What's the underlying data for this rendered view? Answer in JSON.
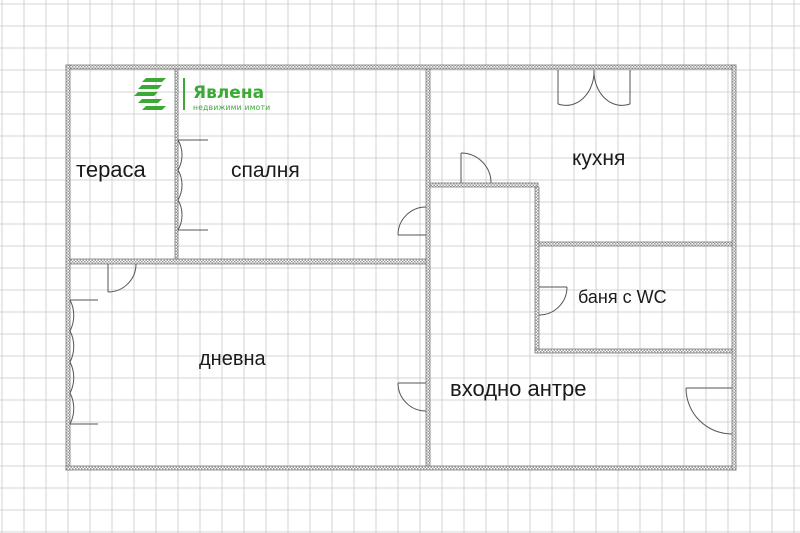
{
  "logo": {
    "name": "Явлена",
    "tagline": "недвижими имоти",
    "color": "#3aa935"
  },
  "rooms": {
    "terrace": "тераса",
    "bedroom": "спалня",
    "kitchen": "кухня",
    "living_room": "дневна",
    "bathroom": "баня с WC",
    "entrance_hall": "входно антре"
  },
  "colors": {
    "grid": "#c8c8c8",
    "wall": "#8a8a8a",
    "door": "#555555"
  }
}
